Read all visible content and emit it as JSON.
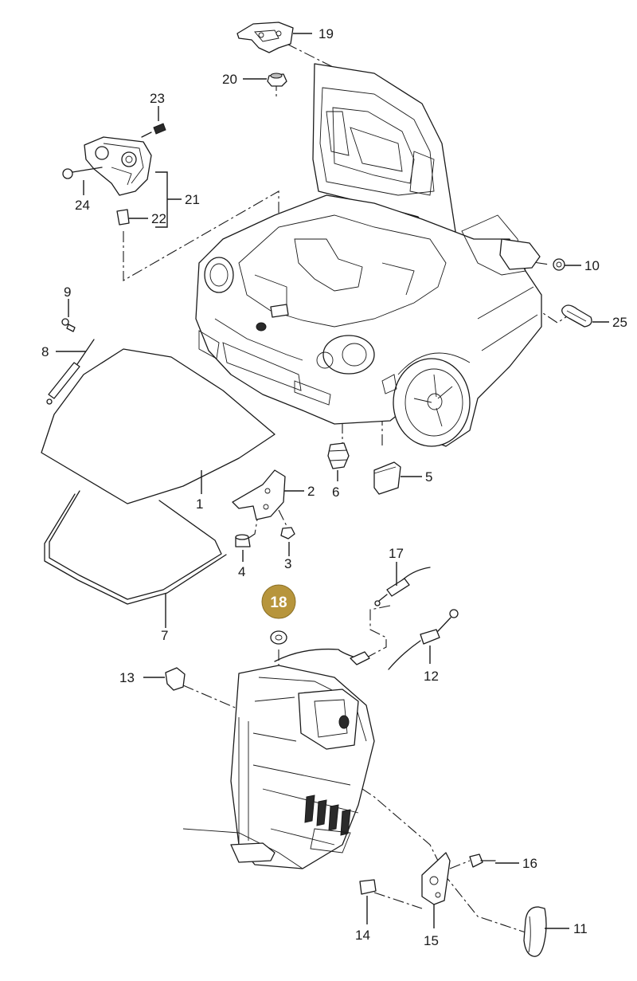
{
  "diagram": {
    "highlight_color": "#b7953c",
    "highlighted_callout": "18",
    "callouts": {
      "c1": "1",
      "c2": "2",
      "c3": "3",
      "c4": "4",
      "c5": "5",
      "c6": "6",
      "c7": "7",
      "c8": "8",
      "c9": "9",
      "c10": "10",
      "c11": "11",
      "c12": "12",
      "c13": "13",
      "c14": "14",
      "c15": "15",
      "c16": "16",
      "c17": "17",
      "c18": "18",
      "c19": "19",
      "c20": "20",
      "c21": "21",
      "c22": "22",
      "c23": "23",
      "c24": "24",
      "c25": "25"
    }
  }
}
